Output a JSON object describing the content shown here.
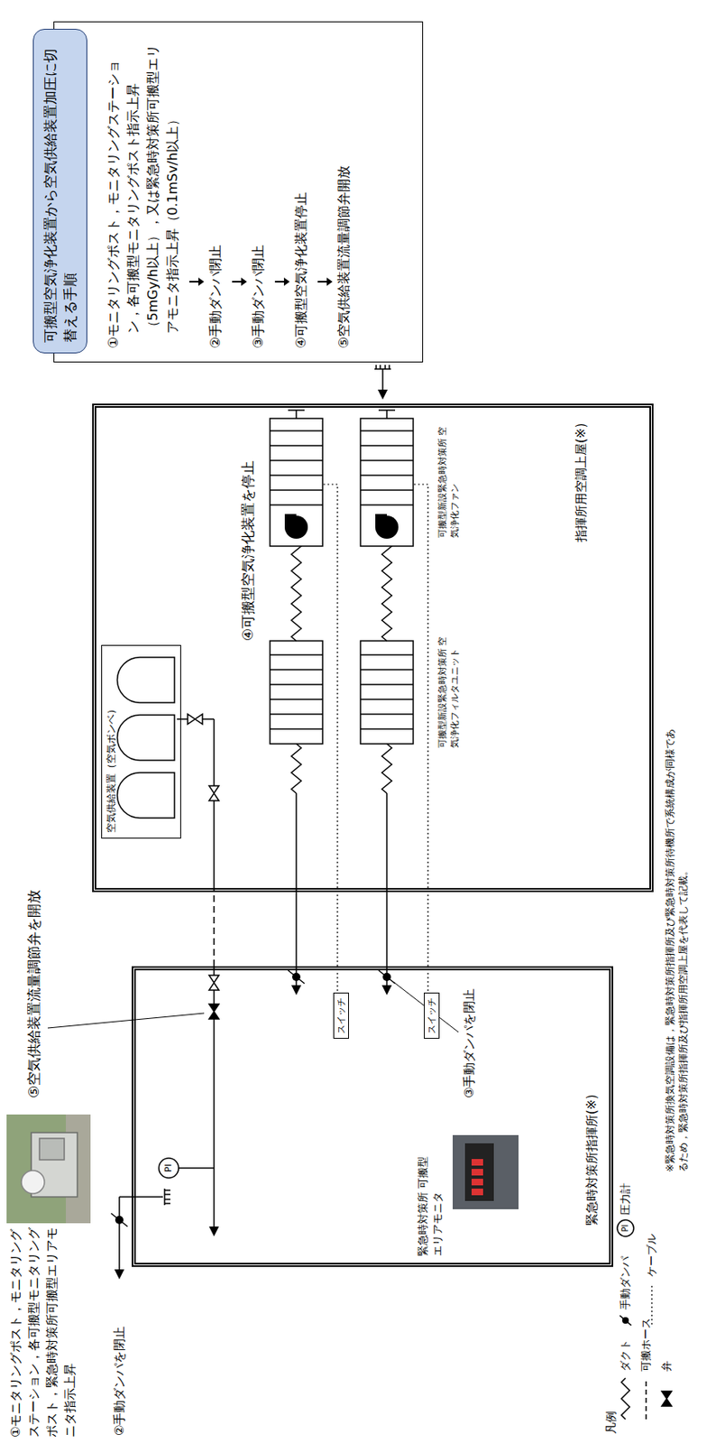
{
  "diagram": {
    "nodes": [
      {
        "text": [
          "緊急時対策所指揮所(※)"
        ]
      },
      {
        "text": [
          "スイッチ"
        ],
        "in": 0
      },
      {
        "text": [
          "スイッチ"
        ],
        "in": 0
      },
      {
        "text": [
          "指揮所用空調上屋(※)"
        ]
      },
      {
        "text": [
          "空気供給装置（空気ボンベ）"
        ],
        "in": 3
      },
      {
        "text": [
          "①モニタリングポスト，モニタリングステーション，各可搬型モニタリングポスト指示上昇（5mGy/h以上），又は緊急時対策所可搬型エリアモニタ指示上昇（0.1mSv/h以上）",
          "②手動ダンパ閉止",
          "③手動ダンパ閉止",
          "④可搬型空気浄化装置停止",
          "⑤空気供給装置流量調節弁開放"
        ]
      },
      {
        "text": [
          "可搬型空気浄化装置から空気供給装置加圧に切替える手順"
        ],
        "in": 5
      }
    ],
    "labels": [
      "①モニタリングポスト，モニタリングステーション，各可搬型モニタリングポスト，緊急時対策所可搬型エリアモニタ指示上昇",
      "②手動ダンパを閉止",
      "⑤空気供給装置流量調節弁を開放",
      "PI",
      "緊急時対策所 可搬型エリアモニタ",
      "③手動ダンパを閉止",
      "④可搬型空気浄化装置を停止",
      "可搬型新設緊急時対策所 空気浄化フィルタユニット",
      "可搬型新設緊急時対策所 空気浄化ファン",
      "凡例",
      "PI",
      "※緊急時対策所換気空調設備は，緊急時対策所指揮所及び緊急時対策所待機所で系統構成が同様であるため，緊急時対策所指揮所及び指揮所用空調上屋を代表して記載。"
    ],
    "legend": [
      {
        "text": "ダクト"
      },
      {
        "text": "可搬ホース"
      },
      {
        "text": "弁"
      },
      {
        "text": "手動ダンパ"
      },
      {
        "text": "圧力計"
      },
      {
        "text": "ケーブル"
      }
    ]
  }
}
